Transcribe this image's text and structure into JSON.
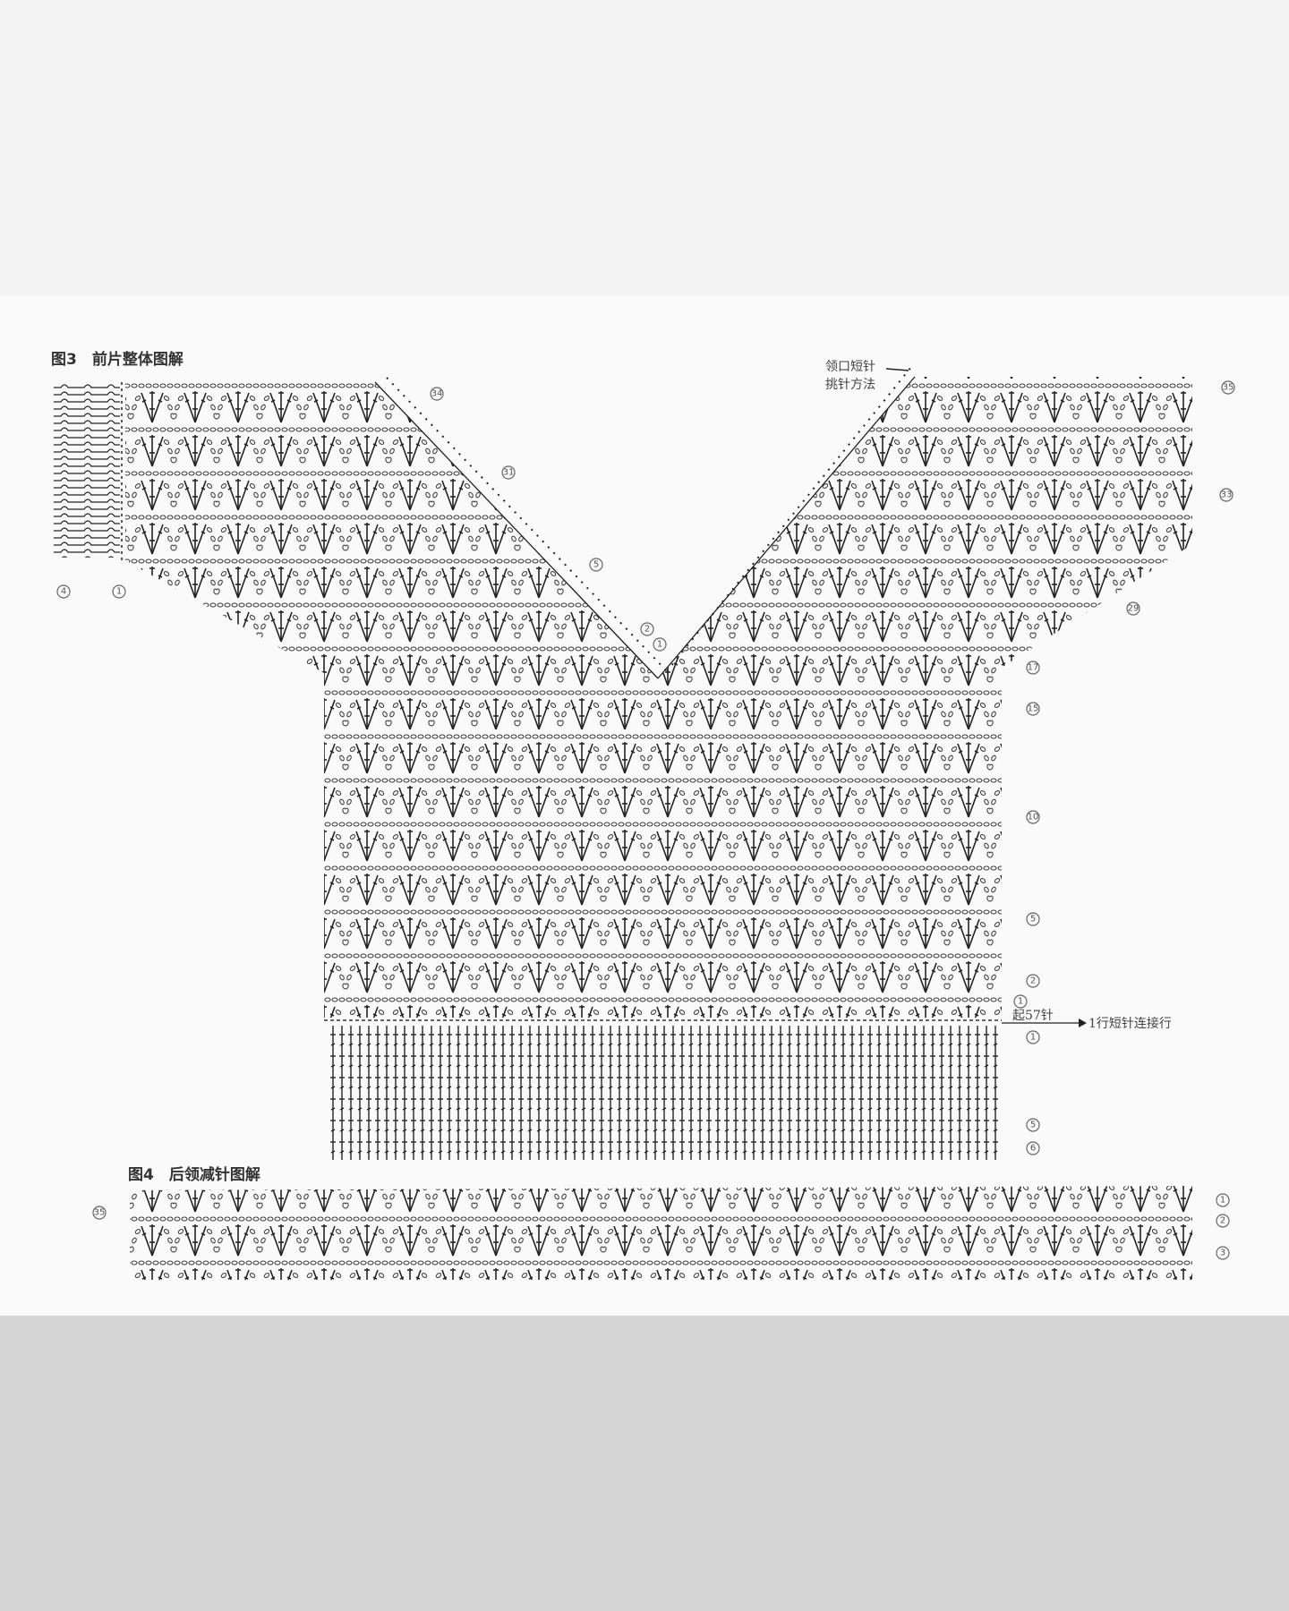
{
  "figure3": {
    "title": "图3　前片整体图解",
    "neckline_note_line1": "领口短针",
    "neckline_note_line2": "挑针方法",
    "cast_on": "起57针",
    "joining_row": "1行短针连接行",
    "row_markers": [
      "4",
      "1",
      "34",
      "31",
      "5",
      "2",
      "1",
      "35",
      "33",
      "29",
      "17",
      "15",
      "10",
      "5",
      "2",
      "1",
      "1",
      "5",
      "6"
    ]
  },
  "figure4": {
    "title": "图4　后领减针图解",
    "row_markers": [
      "35",
      "1",
      "2",
      "3"
    ]
  },
  "colors": {
    "ink": "#222222",
    "sheet": "#fafafa",
    "top_band": "#f3f3f3",
    "bottom_band": "#d4d4d4"
  }
}
